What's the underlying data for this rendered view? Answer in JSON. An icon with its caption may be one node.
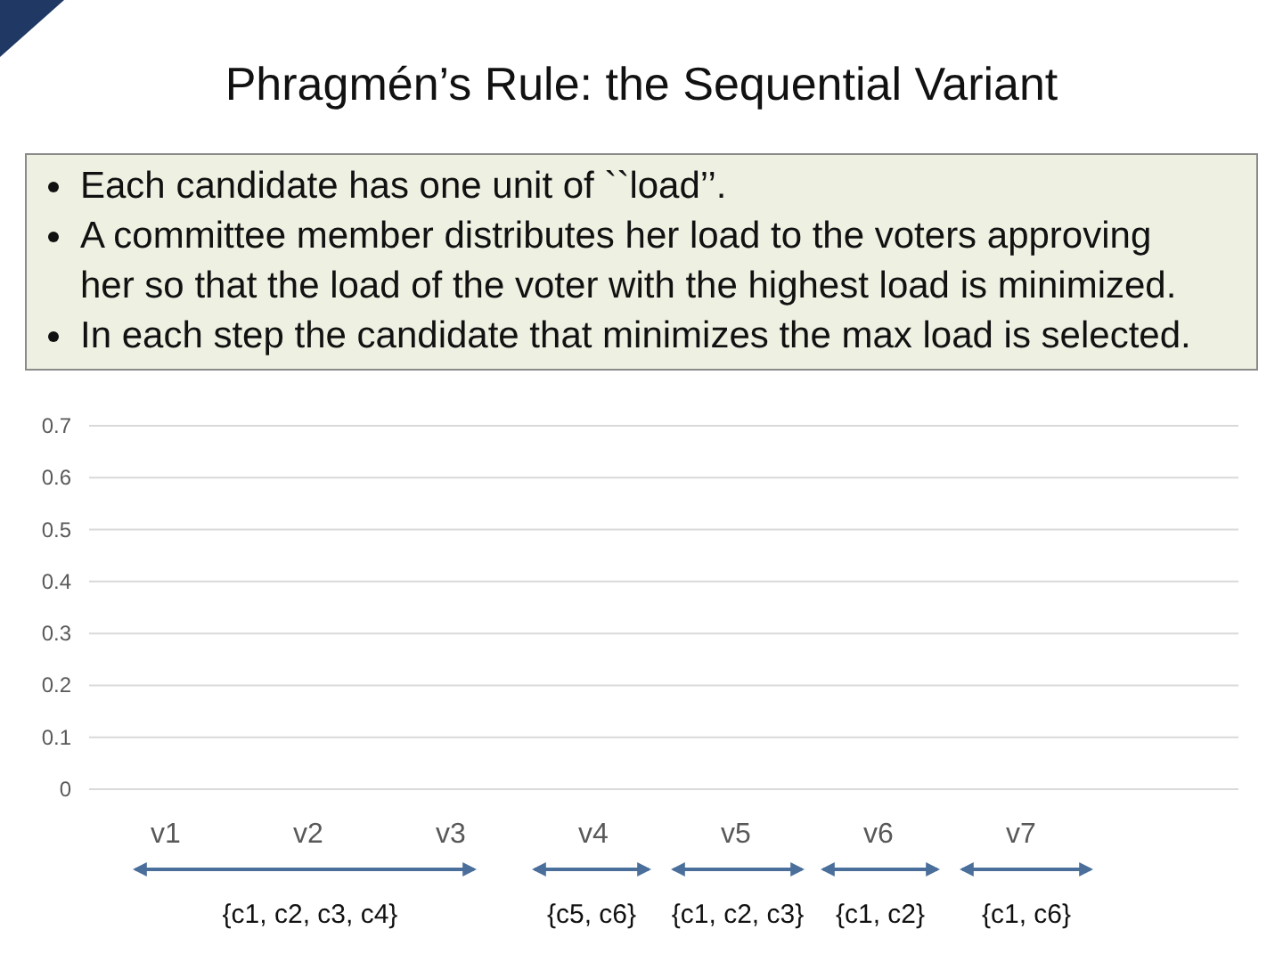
{
  "diagram": {
    "title": "Phragmén’s Rule: the Sequential Variant",
    "nodes": [
      {
        "text": [
          "Each candidate has one unit of ``load’’.",
          "A committee member distributes her load to the voters approving her so that the load of the voter with the highest load is minimized.",
          "In each step the candidate that minimizes the max load is selected."
        ]
      }
    ],
    "labels": [
      "{c1, c2, c3, c4}",
      "{c5, c6}",
      "{c1, c2, c3}",
      "{c1, c2}",
      "{c1, c6}"
    ],
    "chart_data": {
      "type": "bar",
      "categories": [
        "v1",
        "v2",
        "v3",
        "v4",
        "v5",
        "v6",
        "v7"
      ],
      "ylim": [
        0,
        0.7
      ],
      "yticks": [
        0,
        0.1,
        0.2,
        0.3,
        0.4,
        0.5,
        0.6,
        0.7
      ],
      "grid": true
    }
  }
}
